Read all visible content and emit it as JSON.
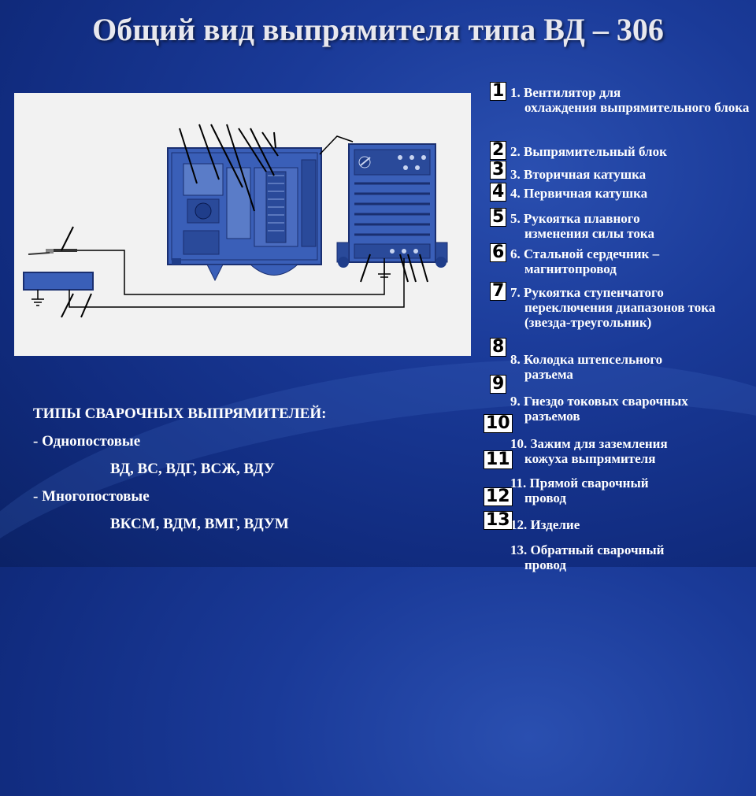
{
  "title": "Общий вид выпрямителя типа ВД – 306",
  "legend": [
    {
      "num": "1",
      "text": "1. Вентилятор для",
      "cont": "охлаждения выпрямительного блока"
    },
    {
      "num": "2",
      "text": "2. Выпрямительный блок",
      "cont": ""
    },
    {
      "num": "3",
      "text": "3. Вторичная катушка",
      "cont": ""
    },
    {
      "num": "4",
      "text": "4. Первичная катушка",
      "cont": ""
    },
    {
      "num": "5",
      "text": "5. Рукоятка плавного",
      "cont": "изменения силы тока"
    },
    {
      "num": "6",
      "text": "6. Стальной сердечник –",
      "cont": "магнитопровод"
    },
    {
      "num": "7",
      "text": "7. Рукоятка ступенчатого",
      "cont": "переключения диапазонов тока (звезда-треугольник)"
    },
    {
      "num": "8",
      "text": "8. Колодка штепсельного",
      "cont": "разъема"
    },
    {
      "num": "9",
      "text": "9. Гнездо токовых сварочных",
      "cont": "разъемов"
    },
    {
      "num": "10",
      "text": "10. Зажим для заземления",
      "cont": "кожуха выпрямителя"
    },
    {
      "num": "11",
      "text": "11. Прямой сварочный",
      "cont": "провод"
    },
    {
      "num": "12",
      "text": "12. Изделие",
      "cont": ""
    },
    {
      "num": "13",
      "text": "13. Обратный сварочный",
      "cont": "провод"
    }
  ],
  "types": {
    "heading": "ТИПЫ СВАРОЧНЫХ ВЫПРЯМИТЕЛЕЙ:",
    "single": "- Однопостовые",
    "single_list": "ВД, ВС, ВДГ, ВСЖ, ВДУ",
    "multi": "- Многопостовые",
    "multi_list": "ВКСМ, ВДМ, ВМГ, ВДУМ"
  },
  "colors": {
    "background": "#1a3a98",
    "machine": "#3a5fb8",
    "machine_dark": "#1f3d8a",
    "diagram_bg": "#f2f2f2"
  }
}
